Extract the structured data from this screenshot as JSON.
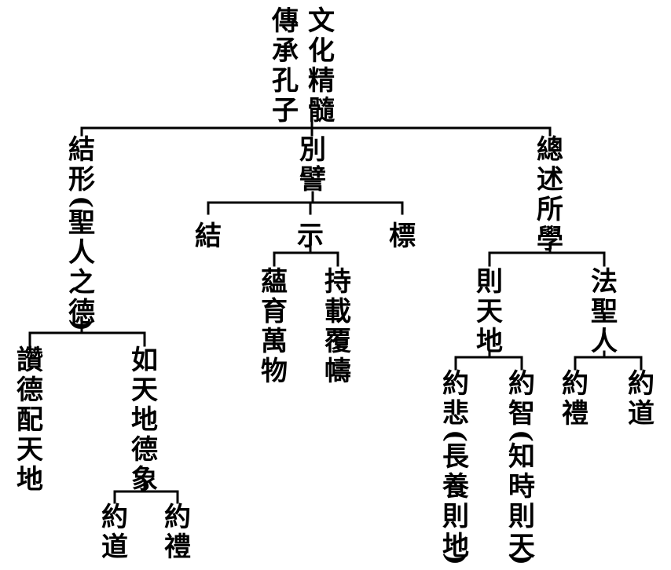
{
  "nodes": {
    "root": [
      "文化精髓",
      "傳承孔子"
    ],
    "jiexing": [
      "結形",
      "(聖人之德)"
    ],
    "jiexing_left": [
      "讚德配天地"
    ],
    "jiexing_right": [
      "如天地德象"
    ],
    "jiexing_right_left": [
      "約道"
    ],
    "jiexing_right_right": [
      "約禮"
    ],
    "biepi": [
      "別譬"
    ],
    "biepi_jie": [
      "結"
    ],
    "biepi_shi": [
      "示"
    ],
    "biepi_biao": [
      "標"
    ],
    "shi_left": [
      "蘊育萬物"
    ],
    "shi_right": [
      "持載覆幬"
    ],
    "zongshu": [
      "總述所學"
    ],
    "zetiandi": [
      "則天地"
    ],
    "fashengren": [
      "法聖人"
    ],
    "yuebei": [
      "約悲",
      "(長養則地)"
    ],
    "yuezhi": [
      "約智",
      "(知時則天)"
    ],
    "fa_left": [
      "約禮"
    ],
    "fa_right": [
      "約道"
    ]
  },
  "colors": {
    "ink": "#000000",
    "background": "#ffffff"
  }
}
